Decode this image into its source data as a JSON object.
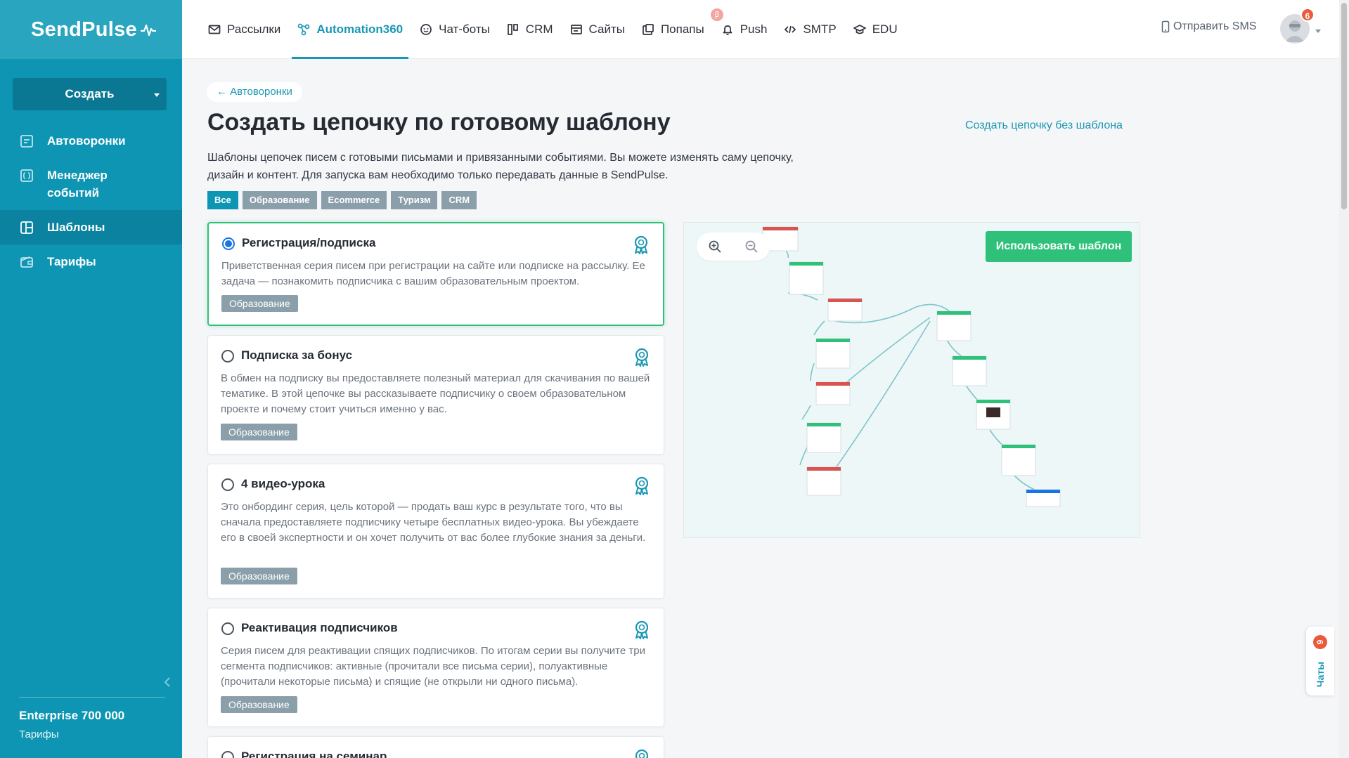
{
  "sidebar": {
    "logo": "SendPulse",
    "create_label": "Создать",
    "items": [
      {
        "label": "Автоворонки"
      },
      {
        "label": "Менеджер событий"
      },
      {
        "label": "Шаблоны"
      },
      {
        "label": "Тарифы"
      }
    ],
    "plan_name": "Enterprise 700 000",
    "plan_link": "Тарифы"
  },
  "topnav": {
    "items": [
      {
        "label": "Рассылки"
      },
      {
        "label": "Automation360"
      },
      {
        "label": "Чат-боты"
      },
      {
        "label": "CRM"
      },
      {
        "label": "Сайты"
      },
      {
        "label": "Попапы"
      },
      {
        "label": "Push"
      },
      {
        "label": "SMTP"
      },
      {
        "label": "EDU"
      }
    ],
    "beta_badge": "β",
    "sms_label": "Отправить SMS",
    "notifications": "6"
  },
  "main": {
    "back_label": "← Автоворонки",
    "title": "Создать цепочку по готовому шаблону",
    "no_template_link": "Создать цепочку без шаблона",
    "description": "Шаблоны цепочек писем с готовыми письмами и привязанными событиями. Вы можете изменять саму цепочку, дизайн и контент. Для запуска вам необходимо только передавать данные в SendPulse.",
    "filters": [
      "Все",
      "Образование",
      "Ecommerce",
      "Туризм",
      "CRM"
    ],
    "templates": [
      {
        "title": "Регистрация/подписка",
        "text": "Приветственная серия писем при регистрации на сайте или подписке на рассылку. Ее задача — познакомить подписчика с вашим образовательным проектом.",
        "tag": "Образование"
      },
      {
        "title": "Подписка за бонус",
        "text": "В обмен на подписку вы предоставляете полезный материал для скачивания по вашей тематике. В этой цепочке вы рассказываете подписчику о своем образовательном проекте и почему стоит учиться именно у вас.",
        "tag": "Образование"
      },
      {
        "title": "4 видео-урока",
        "text": "Это онбординг серия, цель которой — продать ваш курс в результате того, что вы сначала предоставляете подписчику четыре бесплатных видео-урока. Вы убеждаете его в своей экспертности и он хочет получить от вас более глубокие знания за деньги.",
        "tag": "Образование"
      },
      {
        "title": "Реактивация подписчиков",
        "text": "Серия писем для реактивации спящих подписчиков. По итогам серии вы получите три сегмента подписчиков: активные (прочитали все письма серии), полуактивные (прочитали некоторые письма) и спящие (не открыли ни одного письма).",
        "tag": "Образование"
      },
      {
        "title": "Регистрация на семинар"
      }
    ],
    "use_template_label": "Использовать шаблон"
  },
  "chat": {
    "label": "Чаты",
    "count": "9"
  },
  "colors": {
    "sidebar": "#0e95b3",
    "accent": "#1a98b3",
    "success": "#2fc17a",
    "tag": "#8b9fab",
    "badge": "#ea5b3b"
  }
}
